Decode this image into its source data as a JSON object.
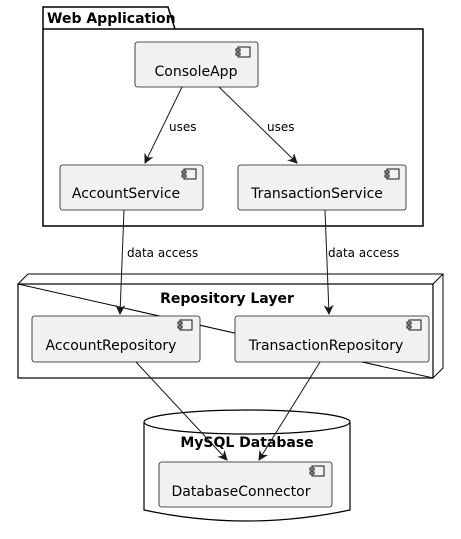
{
  "groups": {
    "web_application": "Web Application",
    "repository_layer": "Repository Layer",
    "mysql_database": "MySQL Database"
  },
  "components": {
    "console_app": "ConsoleApp",
    "account_service": "AccountService",
    "transaction_service": "TransactionService",
    "account_repository": "AccountRepository",
    "transaction_repository": "TransactionRepository",
    "database_connector": "DatabaseConnector"
  },
  "edges": {
    "uses_1": "uses",
    "uses_2": "uses",
    "data_access_1": "data access",
    "data_access_2": "data access"
  },
  "colors": {
    "component_fill": "#f1f1f1",
    "stroke": "#181818",
    "background": "#ffffff"
  }
}
